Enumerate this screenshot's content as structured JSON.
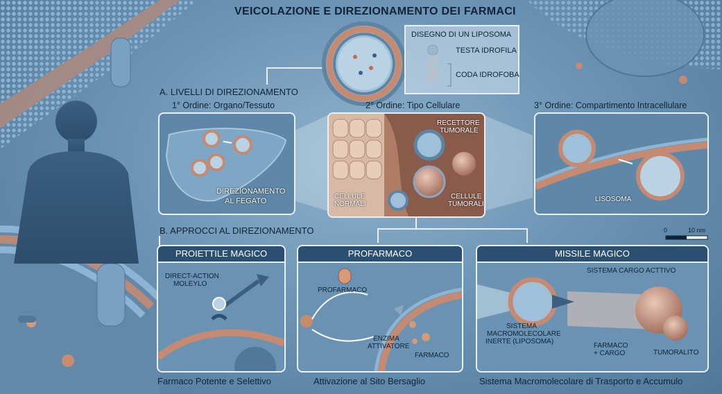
{
  "title": "VEICOLAZIONE E DIREZIONAMENTO DEI FARMACI",
  "liposome_box": {
    "title": "DISEGNO DI UN LIPOSOMA",
    "head_label": "TESTA IDROFILA",
    "tail_label": "CODA IDROFOBA"
  },
  "section_a": {
    "title": "A. LIVELLI DI DIREZIONAMENTO",
    "order1": "1° Ordine: Organo/Tessuto",
    "order2": "2° Ordine: Tipo Cellulare",
    "order3": "3° Ordine: Compartimento Intracellulare",
    "liver_label_1": "DIREZIONAMENTO",
    "liver_label_2": "AL FEGATO",
    "receptor_1": "RECETTORE",
    "receptor_2": "TUMORALE",
    "normal_1": "CELLULE",
    "normal_2": "NORMALI",
    "tumor_1": "CELLULE",
    "tumor_2": "TUMORALI",
    "lysosome": "LISOSOMA"
  },
  "scale_bar": {
    "start": "0",
    "end": "10 nm"
  },
  "section_b": {
    "title": "B. APPROCCI AL DIREZIONAMENTO",
    "panel1": {
      "header": "PROIETTILE MAGICO",
      "label_1": "DIRECT-ACTION",
      "label_2": "MOLEYLO",
      "caption": "Farmaco Potente e Selettivo"
    },
    "panel2": {
      "header": "PROFARMACO",
      "prodrug": "PROFARMACO",
      "enzyme_1": "ENZIMA",
      "enzyme_2": "ATTIVATORE",
      "drug": "FARMACO",
      "caption": "Attivazione al Sito Bersaglio"
    },
    "panel3": {
      "header": "MISSILE MAGICO",
      "cargo_system": "SISTEMA CARGO ACTTIVO",
      "inert_1": "SISTEMA",
      "inert_2": "MACROMOLECOLARE",
      "inert_3": "INERTE (LIPOSOMA)",
      "drug_cargo_1": "FARMACO",
      "drug_cargo_2": "+ CARGO",
      "tumoralito": "TUMORALITO",
      "caption": "Sistema Macromolecolare di Trasporto e Accumulo"
    }
  }
}
